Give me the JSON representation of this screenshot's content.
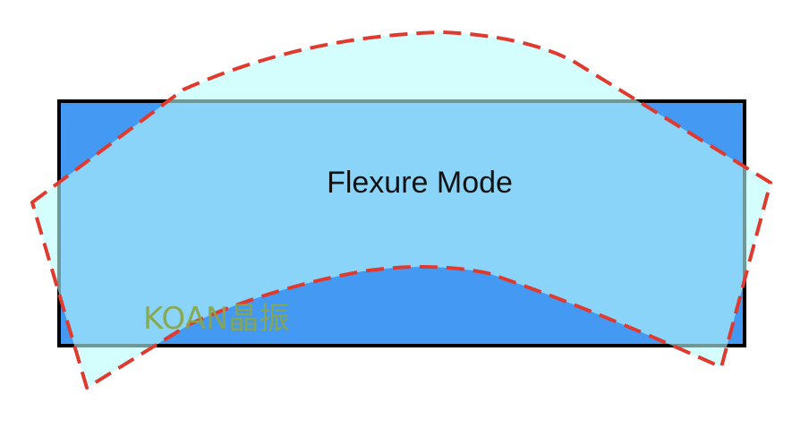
{
  "diagram": {
    "label": "Flexure Mode",
    "watermark": "KOAN晶振",
    "colors": {
      "rest_fill": "#4499f2",
      "rest_stroke": "#000000",
      "deformed_fill": "#b8fbfb",
      "deformed_stroke": "#e03a2f",
      "label_color": "#111111",
      "watermark_color": "#8aa64a"
    },
    "legend": {
      "rest_shape": "solid rectangle (undeformed plate)",
      "deformed_shape": "dashed curved outline (flexure deformation)"
    }
  }
}
